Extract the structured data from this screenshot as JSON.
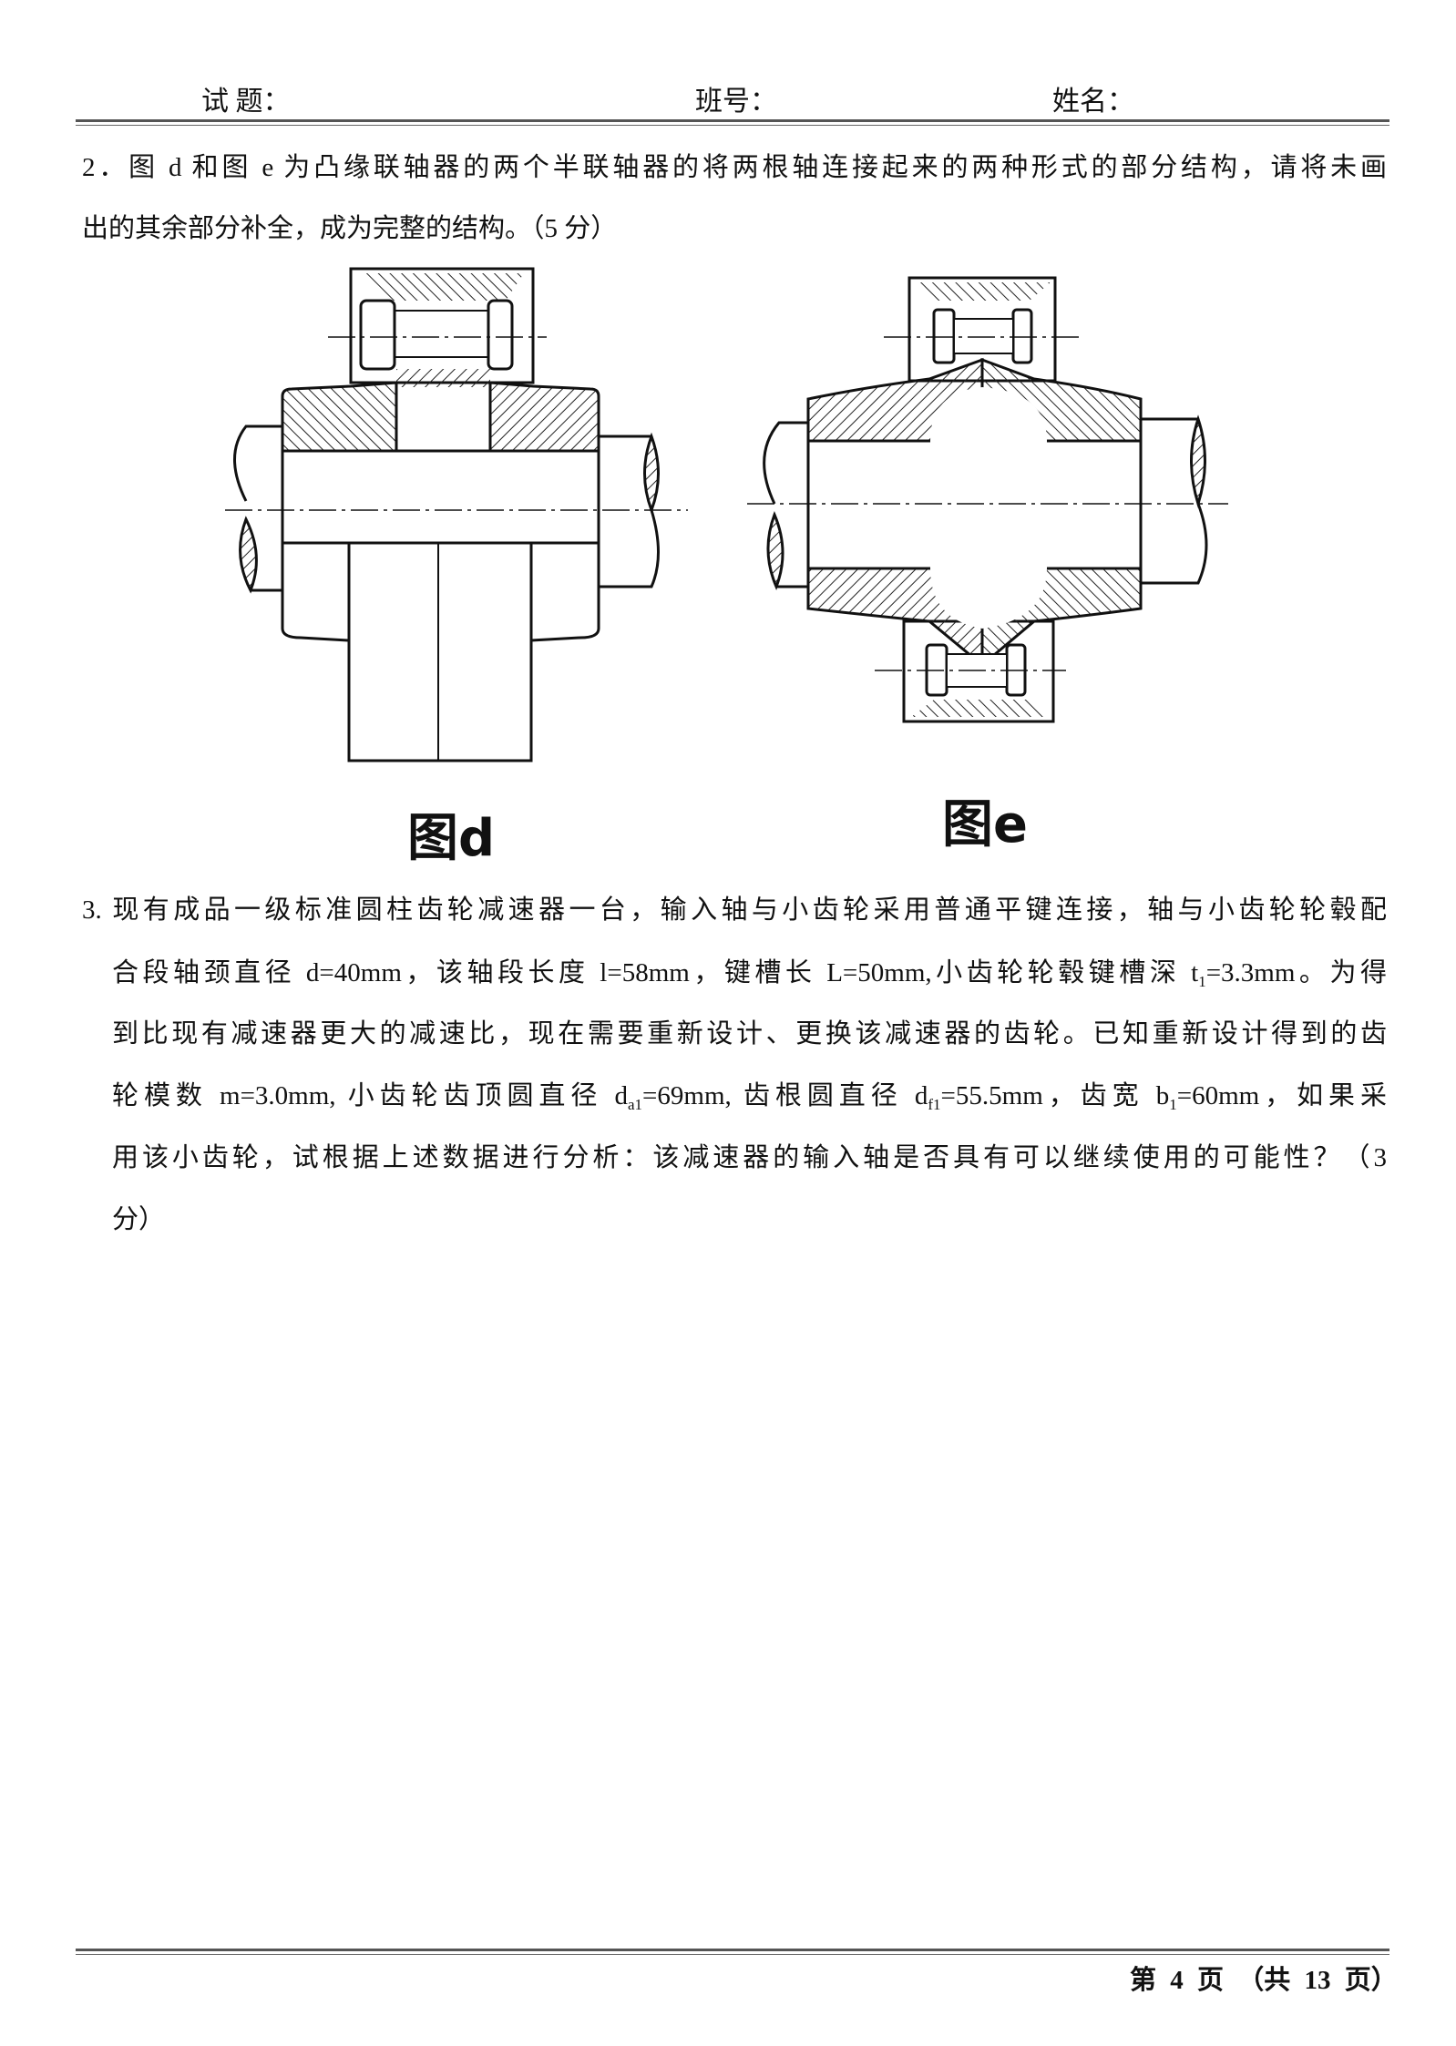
{
  "header": {
    "exam_label": "试  题：",
    "class_label": "班号：",
    "name_label": "姓名："
  },
  "question2": {
    "lines": [
      "2．图 d 和图 e 为凸缘联轴器的两个半联轴器的将两根轴连接起来的两种形式的部分结构，请将未画",
      "出的其余部分补全，成为完整的结构。（5 分）"
    ],
    "figures": [
      {
        "caption": "图d"
      },
      {
        "caption": "图e"
      }
    ]
  },
  "question3": {
    "line1": "3. 现有成品一级标准圆柱齿轮减速器一台，输入轴与小齿轮采用普通平键连接，轴与小齿轮轮毂配",
    "line2": {
      "a": "合段轴颈直径 d=40mm，该轴段长度 l=58mm，键槽长 L=50mm,小齿轮轮毂键槽深 t",
      "sub": "1",
      "b": "=3.3mm。为得"
    },
    "line3": "到比现有减速器更大的减速比，现在需要重新设计、更换该减速器的齿轮。已知重新设计得到的齿",
    "line4": {
      "a": "轮模数 m=3.0mm, 小齿轮齿顶圆直径 d",
      "sub1": "a1",
      "b": "=69mm, 齿根圆直径 d",
      "sub2": "f1",
      "c": "=55.5mm，齿宽 b",
      "sub3": "1",
      "d": "=60mm，如果采"
    },
    "line5": "用该小齿轮，试根据上述数据进行分析：该减速器的输入轴是否具有可以继续使用的可能性？（3",
    "line6": "分）"
  },
  "footer": {
    "page_text": "第 4 页  （共 13 页）"
  }
}
